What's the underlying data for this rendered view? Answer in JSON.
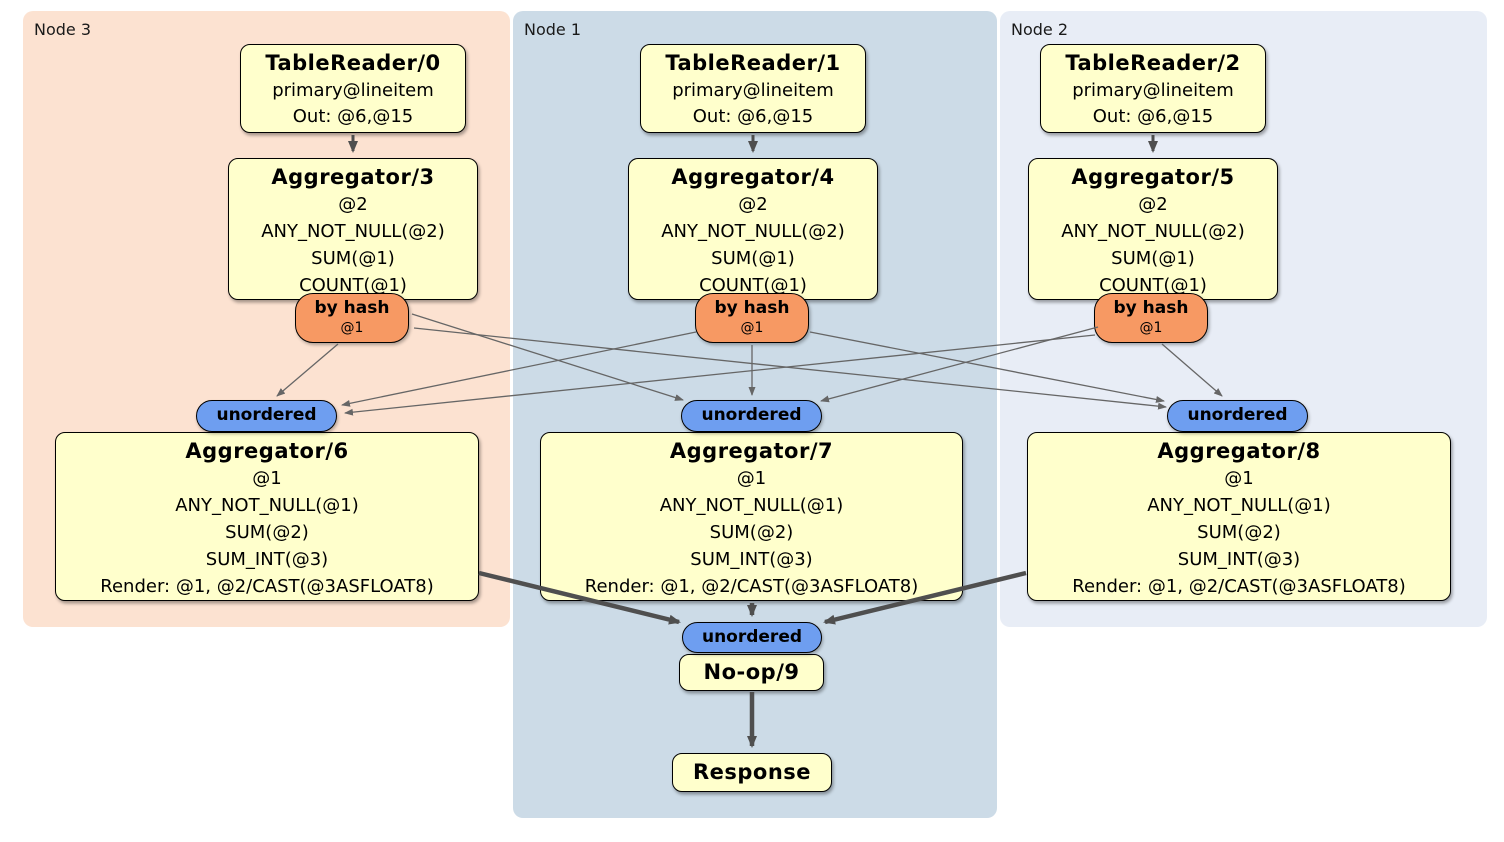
{
  "diagram_type": "distsql-physical-plan",
  "panels": [
    {
      "id": "node3",
      "label": "Node 3",
      "color": "#fce2d1"
    },
    {
      "id": "node1",
      "label": "Node 1",
      "color": "#ccdbe7"
    },
    {
      "id": "node2",
      "label": "Node 2",
      "color": "#e8edf6"
    }
  ],
  "colors": {
    "processor_fill": "#ffffcc",
    "router_fill": "#f79963",
    "synchronizer_fill": "#6e9ef0",
    "border": "#000000",
    "edge_thin": "#666666",
    "edge_thick": "#4f4f4f",
    "page_background": "#ffffff"
  },
  "processors": {
    "tr0": {
      "title": "TableReader/0",
      "lines": [
        "primary@lineitem",
        "Out: @6,@15"
      ]
    },
    "tr1": {
      "title": "TableReader/1",
      "lines": [
        "primary@lineitem",
        "Out: @6,@15"
      ]
    },
    "tr2": {
      "title": "TableReader/2",
      "lines": [
        "primary@lineitem",
        "Out: @6,@15"
      ]
    },
    "agg3": {
      "title": "Aggregator/3",
      "lines": [
        "@2",
        "ANY_NOT_NULL(@2)",
        "SUM(@1)",
        "COUNT(@1)"
      ]
    },
    "agg4": {
      "title": "Aggregator/4",
      "lines": [
        "@2",
        "ANY_NOT_NULL(@2)",
        "SUM(@1)",
        "COUNT(@1)"
      ]
    },
    "agg5": {
      "title": "Aggregator/5",
      "lines": [
        "@2",
        "ANY_NOT_NULL(@2)",
        "SUM(@1)",
        "COUNT(@1)"
      ]
    },
    "agg6": {
      "title": "Aggregator/6",
      "lines": [
        "@1",
        "ANY_NOT_NULL(@1)",
        "SUM(@2)",
        "SUM_INT(@3)",
        "Render: @1, @2/CAST(@3ASFLOAT8)"
      ]
    },
    "agg7": {
      "title": "Aggregator/7",
      "lines": [
        "@1",
        "ANY_NOT_NULL(@1)",
        "SUM(@2)",
        "SUM_INT(@3)",
        "Render: @1, @2/CAST(@3ASFLOAT8)"
      ]
    },
    "agg8": {
      "title": "Aggregator/8",
      "lines": [
        "@1",
        "ANY_NOT_NULL(@1)",
        "SUM(@2)",
        "SUM_INT(@3)",
        "Render: @1, @2/CAST(@3ASFLOAT8)"
      ]
    },
    "noop": {
      "title": "No-op/9"
    },
    "response": {
      "title": "Response"
    }
  },
  "routers": {
    "r3": {
      "label": "by hash",
      "detail": "@1"
    },
    "r4": {
      "label": "by hash",
      "detail": "@1"
    },
    "r5": {
      "label": "by hash",
      "detail": "@1"
    }
  },
  "synchronizers": {
    "s6": {
      "label": "unordered"
    },
    "s7": {
      "label": "unordered"
    },
    "s8": {
      "label": "unordered"
    },
    "s9": {
      "label": "unordered"
    }
  },
  "edges": [
    {
      "from": "tr0",
      "to": "agg3"
    },
    {
      "from": "tr1",
      "to": "agg4"
    },
    {
      "from": "tr2",
      "to": "agg5"
    },
    {
      "from": "r3",
      "to": "s6"
    },
    {
      "from": "r3",
      "to": "s7"
    },
    {
      "from": "r3",
      "to": "s8"
    },
    {
      "from": "r4",
      "to": "s6"
    },
    {
      "from": "r4",
      "to": "s7"
    },
    {
      "from": "r4",
      "to": "s8"
    },
    {
      "from": "r5",
      "to": "s6"
    },
    {
      "from": "r5",
      "to": "s7"
    },
    {
      "from": "r5",
      "to": "s8"
    },
    {
      "from": "agg6",
      "to": "s9"
    },
    {
      "from": "agg7",
      "to": "s9"
    },
    {
      "from": "agg8",
      "to": "s9"
    },
    {
      "from": "noop",
      "to": "response"
    }
  ]
}
